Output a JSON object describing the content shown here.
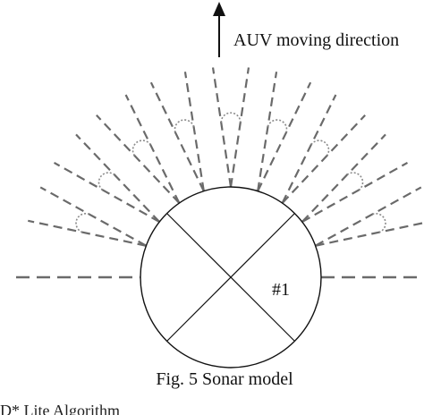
{
  "diagram": {
    "direction_label": "AUV moving direction",
    "sensor_label": "#1",
    "caption": "Fig. 5 Sonar model",
    "bottom_partial_text": "D* Lite Algorithm",
    "colors": {
      "line": "#111111",
      "beam": "#6a6a6a",
      "lobe": "#8a8a8a",
      "background": "#ffffff"
    }
  }
}
